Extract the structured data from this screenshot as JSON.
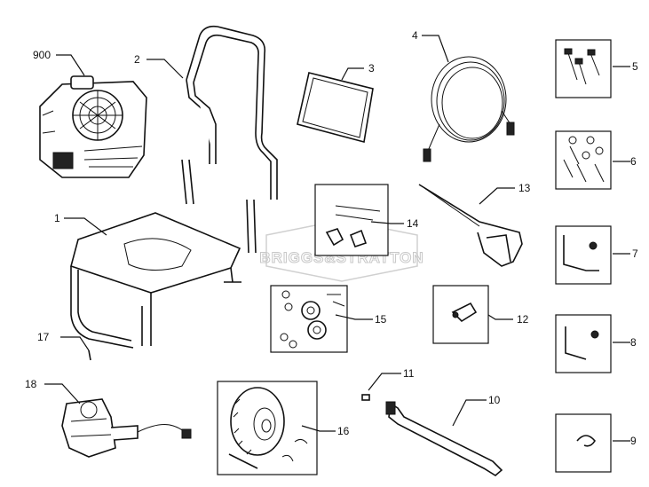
{
  "watermark": {
    "text": "BRIGGS&STRATTON"
  },
  "callouts": {
    "c900": "900",
    "c1": "1",
    "c2": "2",
    "c3": "3",
    "c4": "4",
    "c5": "5",
    "c6": "6",
    "c7": "7",
    "c8": "8",
    "c9": "9",
    "c10": "10",
    "c11": "11",
    "c12": "12",
    "c13": "13",
    "c14": "14",
    "c15": "15",
    "c16": "16",
    "c17": "17",
    "c18": "18"
  }
}
